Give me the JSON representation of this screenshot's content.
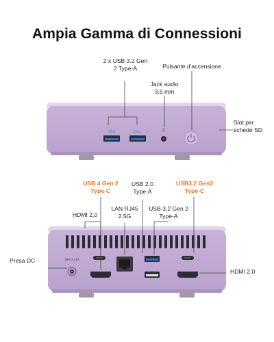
{
  "title": "Ampia Gamma di Connessioni",
  "front": {
    "usb_label_1": "2 x USB 3.2 Gen",
    "usb_label_2": "2 Type-A",
    "power_label": "Pulsante d'accensione",
    "jack_label_1": "Jack audio",
    "jack_label_2": "3.5 mm",
    "sd_label_1": "Slot per",
    "sd_label_2": "schede SD"
  },
  "rear": {
    "usb4_label_1": "USB 4 Gen 2",
    "usb4_label_2": "Type-C",
    "usb20_label_1": "USB 2.0",
    "usb20_label_2": "Type-A",
    "usb32c_label_1": "USB3.2 Gen2",
    "usb32c_label_2": "Type-C",
    "hdmi_left_label": "HDMI 2.0",
    "lan_label_1": "LAN RJ45",
    "lan_label_2": "2.5G",
    "usb32a_label_1": "USB 3.2 Gen 2",
    "usb32a_label_2": "Type-A",
    "dc_label": "Presa DC",
    "hdmi_right_label": "HDMI 2.0",
    "dc_marking": "19V/3.42A"
  },
  "colors": {
    "case": "#cbb8dc",
    "highlight": "#e8761e"
  }
}
